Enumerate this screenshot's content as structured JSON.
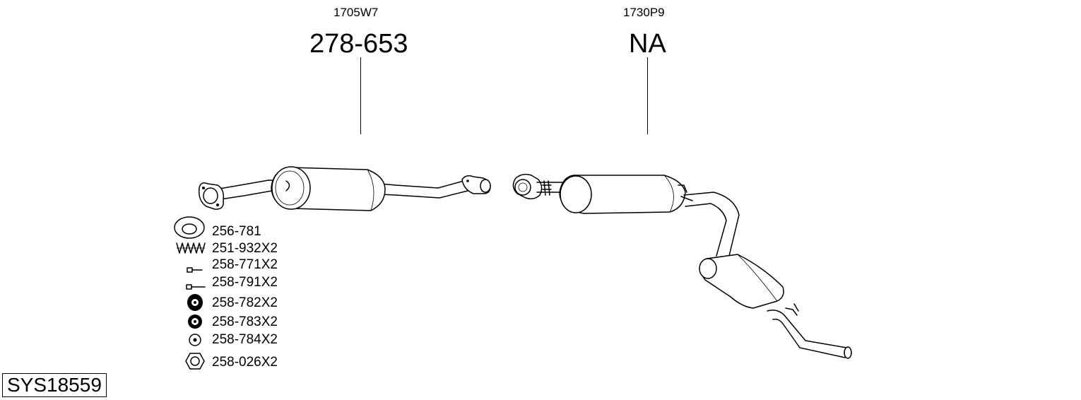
{
  "parts": [
    {
      "ref": "1705W7",
      "number": "278-653"
    },
    {
      "ref": "1730P9",
      "number": "NA"
    }
  ],
  "accessories": [
    {
      "code": "256-781",
      "icon": "gasket-ring-icon"
    },
    {
      "code": "251-932X2",
      "icon": "spring-icon"
    },
    {
      "code": "258-771X2",
      "icon": "bolt-icon"
    },
    {
      "code": "258-791X2",
      "icon": "bolt-long-icon"
    },
    {
      "code": "258-782X2",
      "icon": "rubber-mount-icon"
    },
    {
      "code": "258-783X2",
      "icon": "rubber-ring-icon"
    },
    {
      "code": "258-784X2",
      "icon": "washer-icon"
    },
    {
      "code": "258-026X2",
      "icon": "hex-nut-icon"
    }
  ],
  "system_code": "SYS18559"
}
